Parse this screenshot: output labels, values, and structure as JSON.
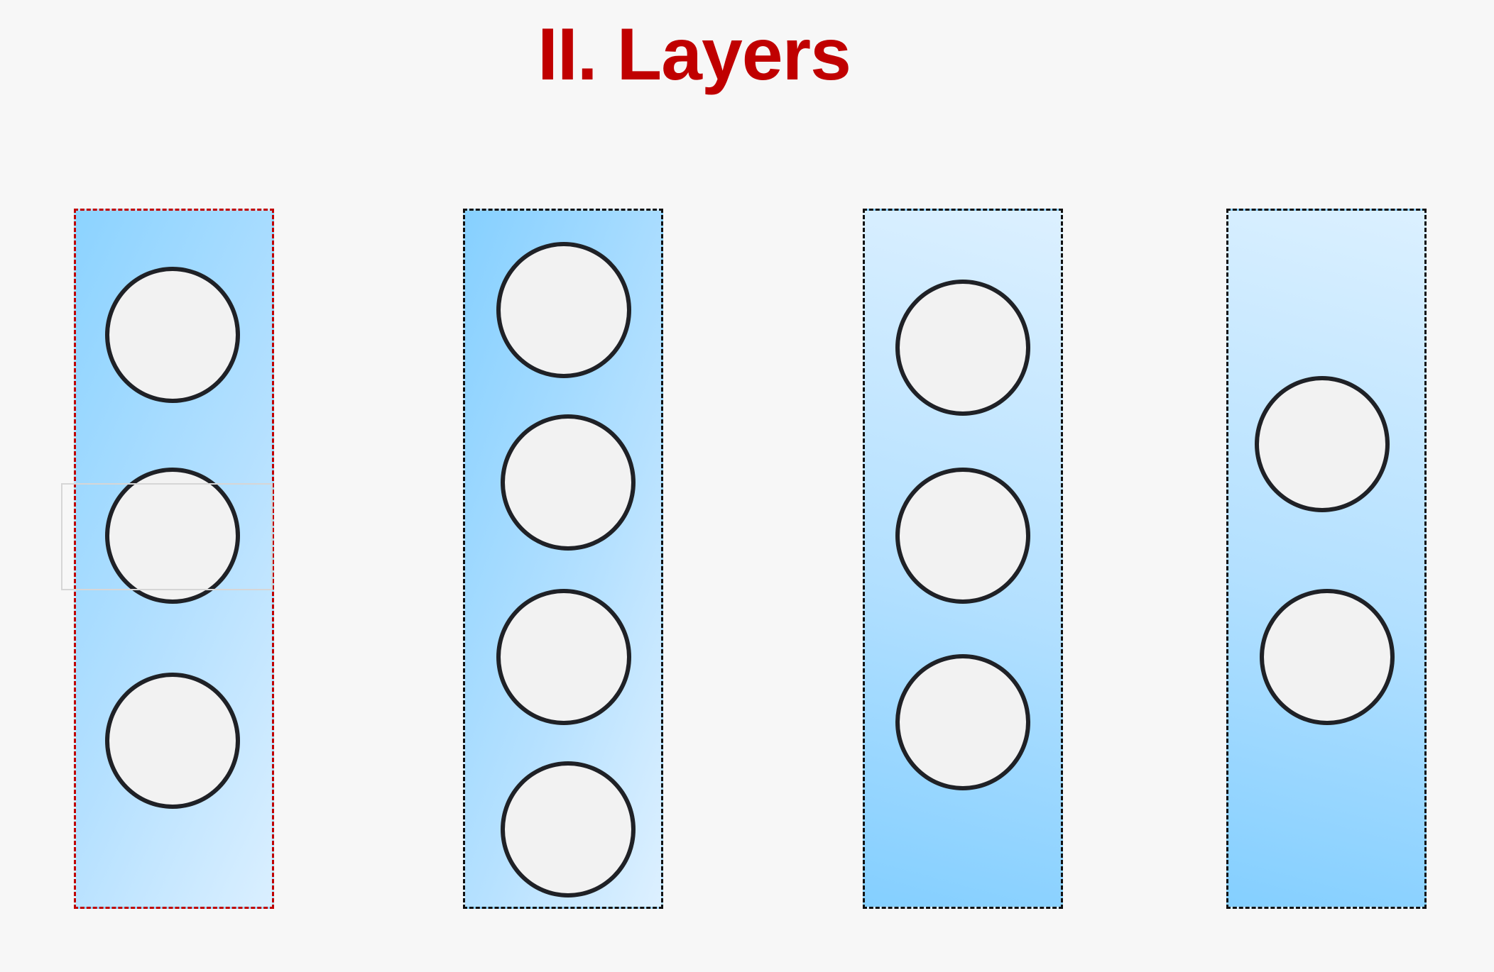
{
  "title": "II. Layers",
  "colors": {
    "title": "#c00000",
    "selected_border": "#c00000",
    "layer_border": "#111111",
    "layer_fill_strong": "#86d0ff",
    "layer_fill_light": "#dcf0ff",
    "node_fill": "#f2f2f2",
    "node_stroke": "#1f2126",
    "background": "#f7f7f7"
  },
  "layers": [
    {
      "nodes": 3,
      "selected": true
    },
    {
      "nodes": 4,
      "selected": false
    },
    {
      "nodes": 3,
      "selected": false
    },
    {
      "nodes": 2,
      "selected": false
    }
  ]
}
